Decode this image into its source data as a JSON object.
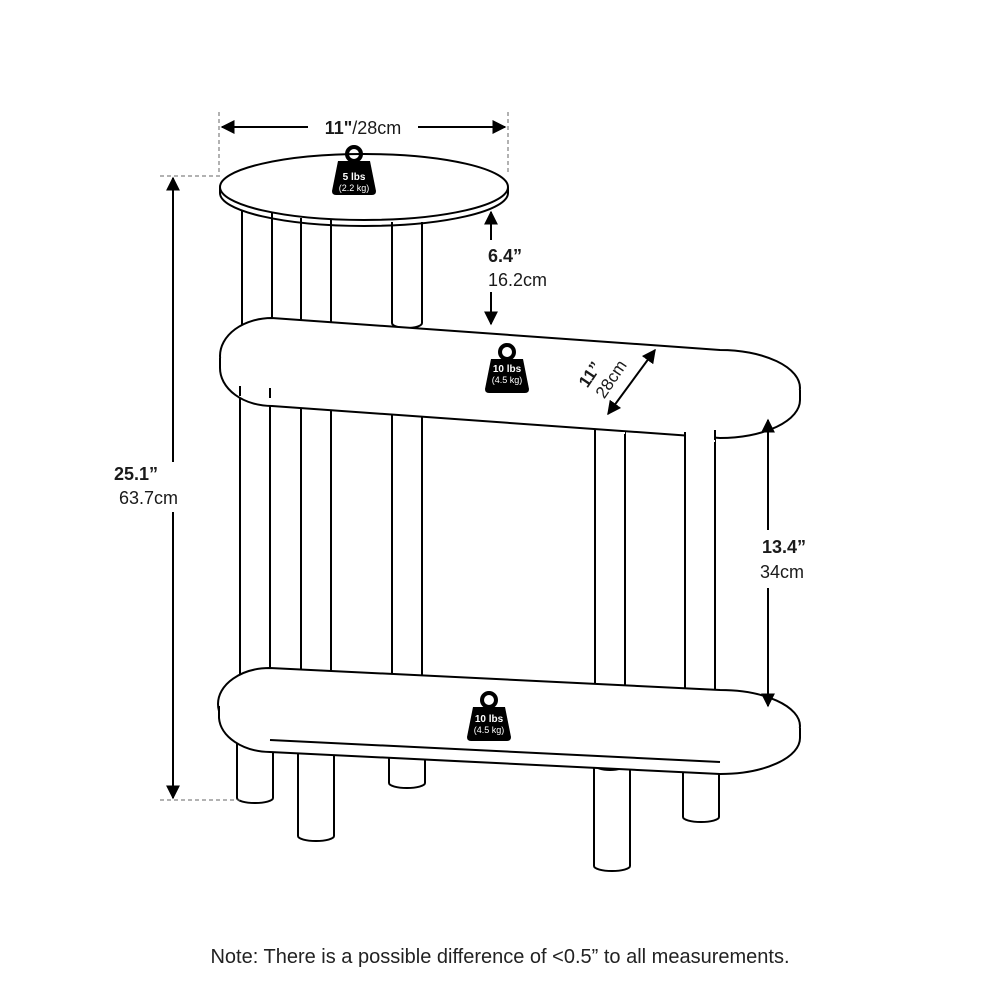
{
  "dimensions": {
    "top_width": {
      "imperial": "11\"",
      "metric": "/28cm"
    },
    "middle_gap": {
      "imperial": "6.4”",
      "metric": "16.2cm"
    },
    "total_height": {
      "imperial": "25.1”",
      "metric": "63.7cm"
    },
    "shelf_depth": {
      "imperial": "11”",
      "metric": "28cm"
    },
    "lower_gap": {
      "imperial": "13.4”",
      "metric": "34cm"
    }
  },
  "weights": {
    "top": {
      "lbs": "5 lbs",
      "kg": "(2.2 kg)"
    },
    "middle": {
      "lbs": "10 lbs",
      "kg": "(4.5 kg)"
    },
    "bottom": {
      "lbs": "10 lbs",
      "kg": "(4.5 kg)"
    }
  },
  "note": "Note: There is a possible difference of <0.5” to all measurements."
}
